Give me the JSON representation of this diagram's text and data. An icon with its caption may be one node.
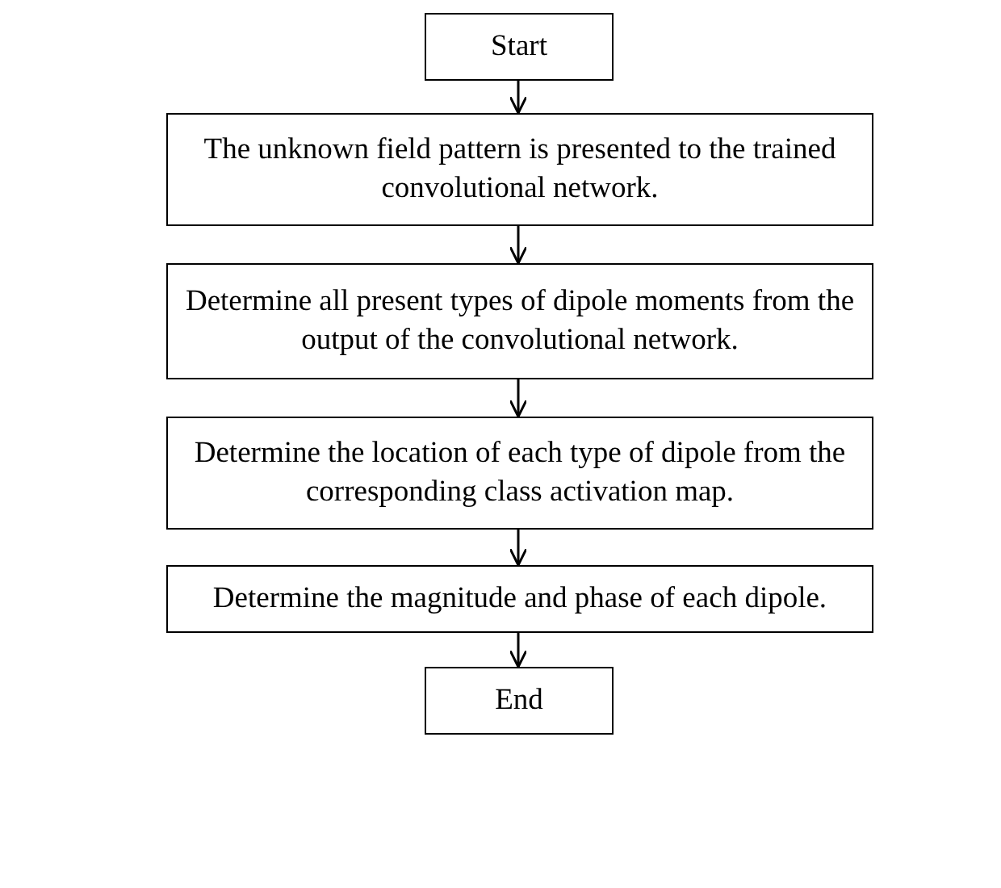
{
  "diagram": {
    "nodes": [
      {
        "text": [
          "Start"
        ]
      },
      {
        "text": [
          "The unknown field pattern is presented to the trained convolutional network."
        ]
      },
      {
        "text": [
          "Determine all present types of dipole moments from the output of the convolutional network."
        ]
      },
      {
        "text": [
          "Determine the location of each type of dipole from the corresponding class activation map."
        ]
      },
      {
        "text": [
          "Determine the magnitude and phase of each dipole."
        ]
      },
      {
        "text": [
          "End"
        ]
      }
    ],
    "edges": [
      {
        "from": 0,
        "to": 1,
        "arrow": "to"
      },
      {
        "from": 1,
        "to": 2,
        "arrow": "to"
      },
      {
        "from": 2,
        "to": 3,
        "arrow": "to"
      },
      {
        "from": 3,
        "to": 4,
        "arrow": "to"
      },
      {
        "from": 4,
        "to": 5,
        "arrow": "to"
      }
    ]
  }
}
